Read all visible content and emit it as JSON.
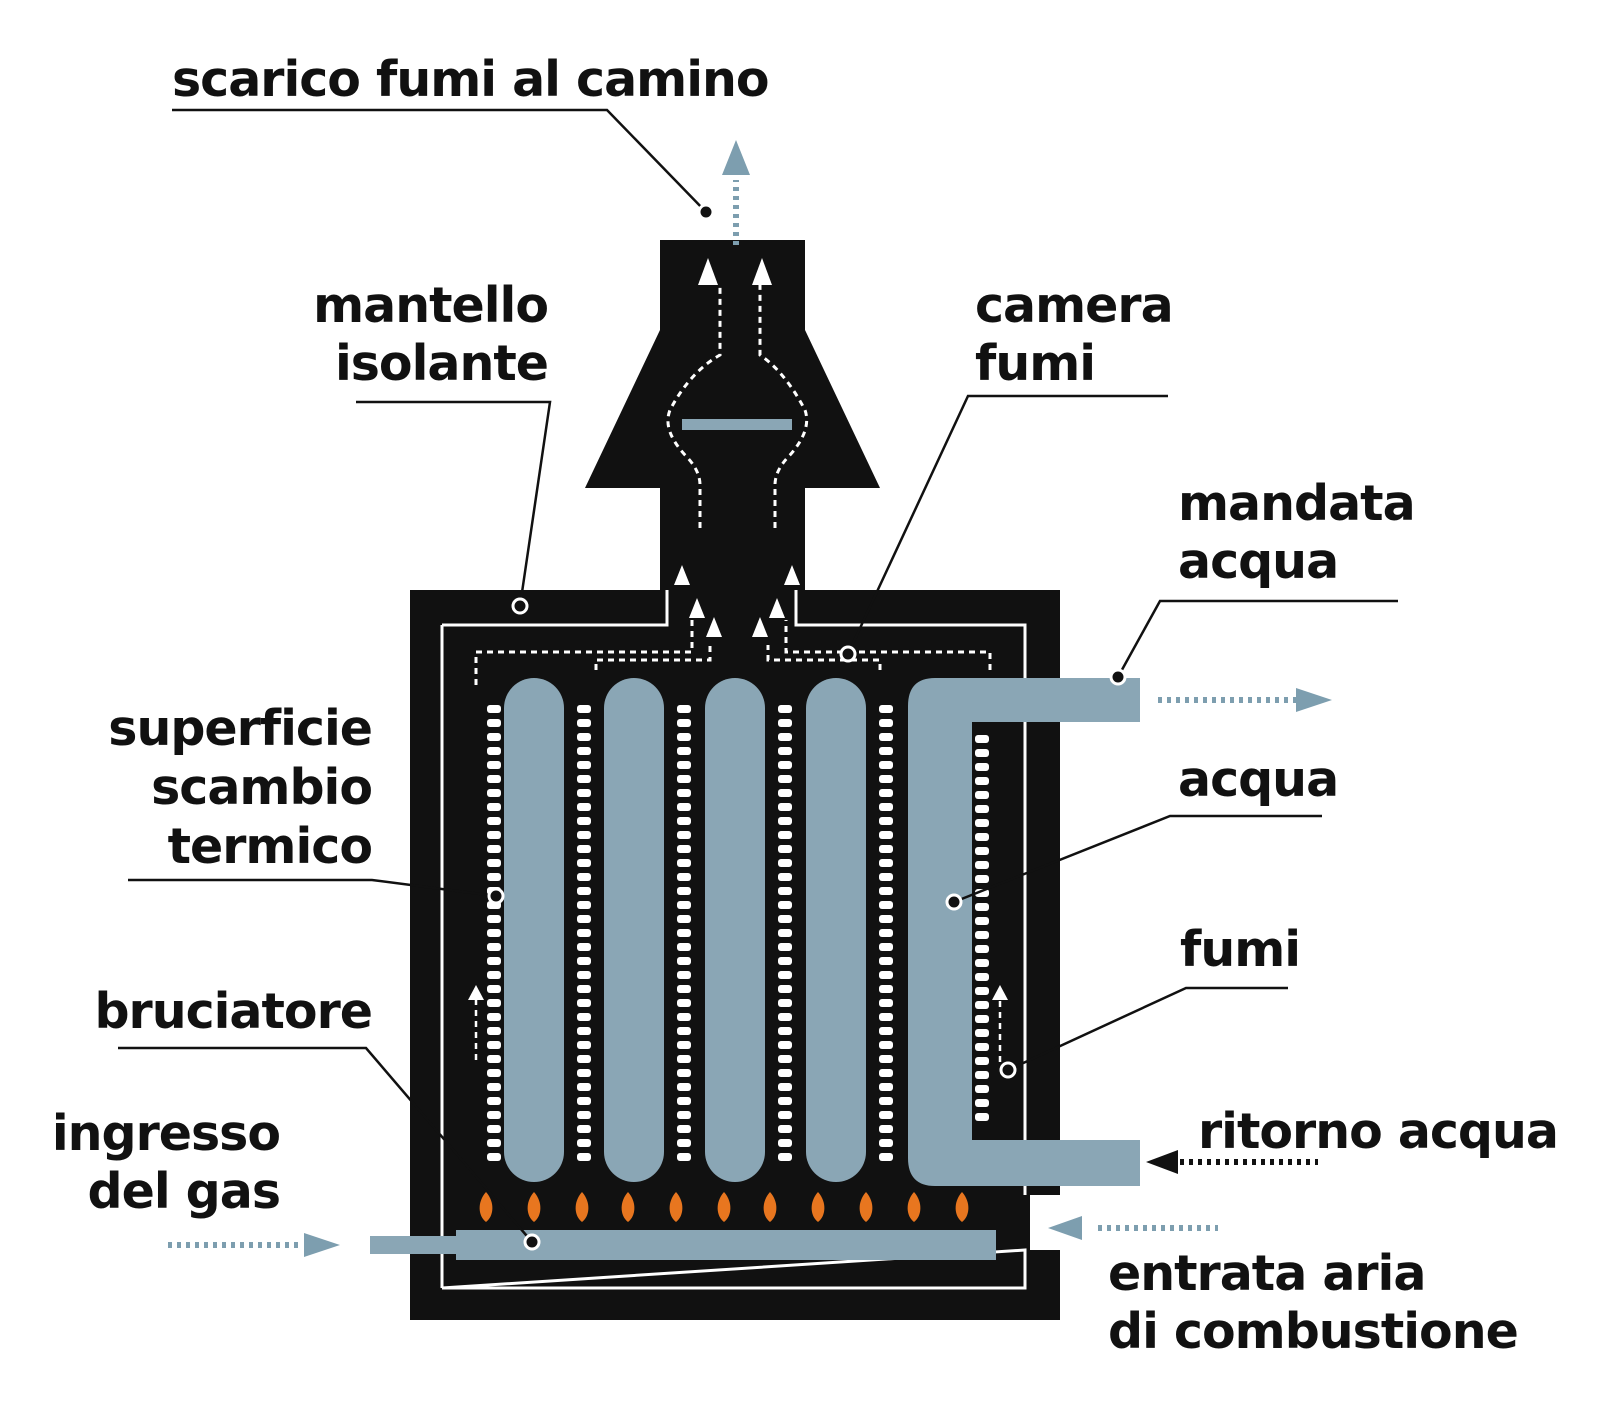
{
  "labels": {
    "scarico": "scarico fumi al camino",
    "mantello": [
      "mantello",
      "isolante"
    ],
    "camera": [
      "camera",
      "fumi"
    ],
    "mandata": [
      "mandata",
      "acqua"
    ],
    "superficie": [
      "superficie",
      "scambio",
      "termico"
    ],
    "acqua": "acqua",
    "fumi": "fumi",
    "bruciatore": "bruciatore",
    "ingresso": [
      "ingresso",
      "del gas"
    ],
    "ritorno": "ritorno acqua",
    "entrata": [
      "entrata aria",
      "di combustione"
    ]
  },
  "colors": {
    "body": "#111111",
    "water": "#8aa6b5",
    "flow_arrow": "#7d9eaf",
    "flame": "#e8761f",
    "smoke_path": "#ffffff"
  }
}
